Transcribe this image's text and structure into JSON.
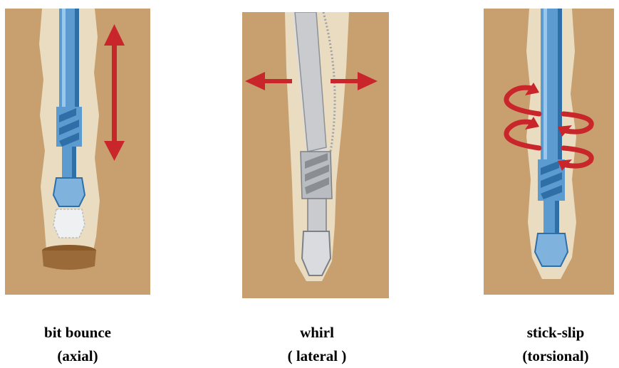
{
  "panels": [
    {
      "id": "axial",
      "title": "bit bounce",
      "subtitle": "(axial)"
    },
    {
      "id": "lateral",
      "title": "whirl",
      "subtitle": "( lateral )"
    },
    {
      "id": "torsion",
      "title": "stick-slip",
      "subtitle": "(torsional)"
    }
  ],
  "colors": {
    "formation": "#c8a070",
    "borehole": "#eadcc0",
    "pipe": "#5b9bd0",
    "pipe_dark": "#2f6fa8",
    "tool_gray": "#b9bcc1",
    "arrow": "#c8262b",
    "rock_cut": "#9a6a38"
  },
  "icons": {
    "axial": "double-vertical-arrow-icon",
    "lateral": "double-horizontal-arrow-icon",
    "torsion": "rotation-arrows-icon"
  }
}
